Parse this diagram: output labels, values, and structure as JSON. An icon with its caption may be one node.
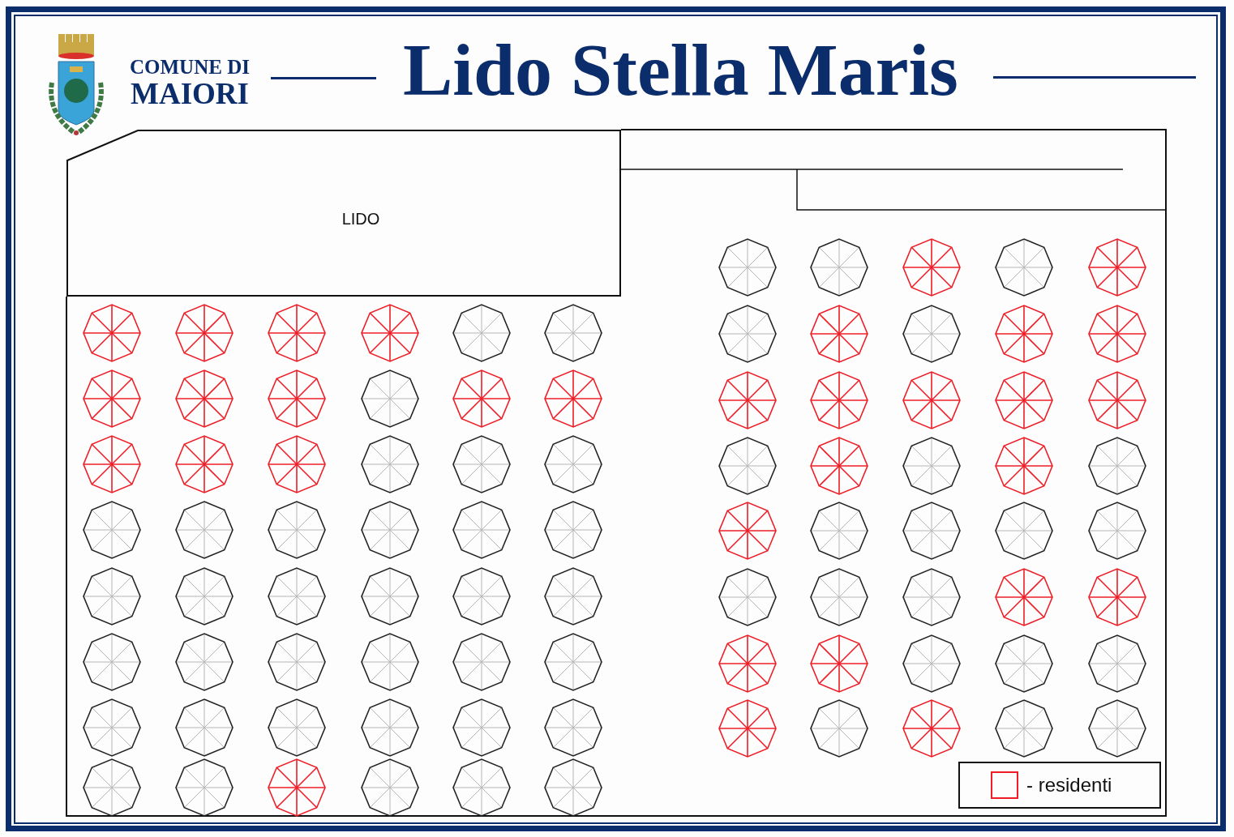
{
  "diagram": {
    "title": "Lido Stella Maris",
    "nodes": [
      {
        "text": [
          "LIDO"
        ]
      }
    ],
    "labels": [
      "COMUNE DI",
      "MAIORI"
    ],
    "legend": [
      {
        "text": "- residenti",
        "color": "#ee1c25"
      }
    ]
  }
}
